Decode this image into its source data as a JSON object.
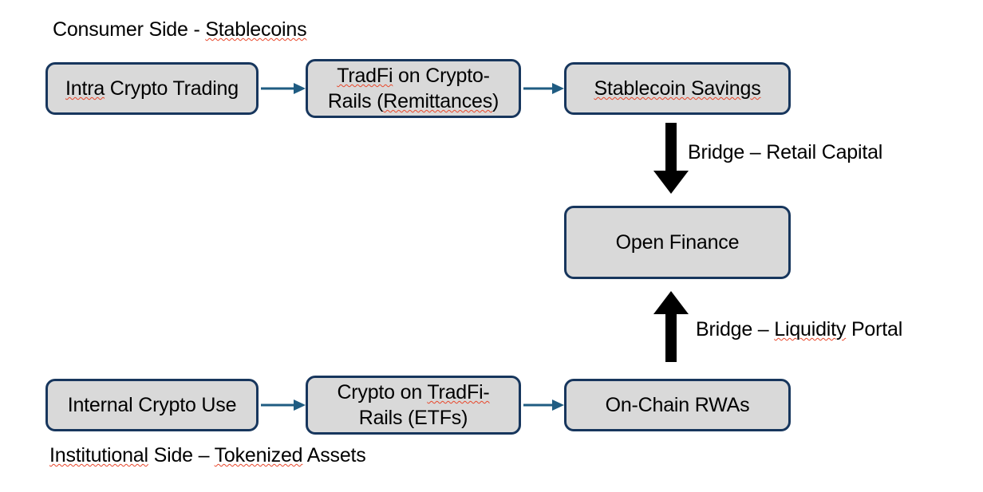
{
  "diagram": {
    "title_top": "Consumer Side - Stablecoins",
    "title_bottom": "Institutional Side – Tokenized Assets",
    "colors": {
      "node_fill": "#D9D9D9",
      "node_border": "#17365D",
      "connector_arrow": "#1F5C82",
      "bridge_arrow": "#000000",
      "spellcheck_underline": "#E8472B",
      "background": "#FFFFFF"
    },
    "consumer_row": [
      {
        "id": "intra-crypto-trading",
        "label": "Intra Crypto Trading"
      },
      {
        "id": "tradfi-crypto-rails",
        "label_line1": "TradFi on Crypto-",
        "label_line2": "Rails (Remittances)"
      },
      {
        "id": "stablecoin-savings",
        "label": "Stablecoin Savings"
      }
    ],
    "center": {
      "id": "open-finance",
      "label": "Open Finance"
    },
    "institutional_row": [
      {
        "id": "internal-crypto-use",
        "label": "Internal Crypto Use"
      },
      {
        "id": "crypto-tradfi-rails",
        "label_line1": "Crypto on TradFi-",
        "label_line2": "Rails (ETFs)"
      },
      {
        "id": "onchain-rwas",
        "label": "On-Chain RWAs"
      }
    ],
    "bridges": [
      {
        "id": "bridge-retail-capital",
        "label": "Bridge – Retail Capital",
        "direction": "down"
      },
      {
        "id": "bridge-liquidity-portal",
        "label": "Bridge – Liquidity Portal",
        "direction": "up"
      }
    ],
    "connectors": [
      {
        "id": "arrow-r1-1",
        "from": "intra-crypto-trading",
        "to": "tradfi-crypto-rails"
      },
      {
        "id": "arrow-r1-2",
        "from": "tradfi-crypto-rails",
        "to": "stablecoin-savings"
      },
      {
        "id": "arrow-r2-1",
        "from": "internal-crypto-use",
        "to": "crypto-tradfi-rails"
      },
      {
        "id": "arrow-r2-2",
        "from": "crypto-tradfi-rails",
        "to": "onchain-rwas"
      }
    ]
  }
}
